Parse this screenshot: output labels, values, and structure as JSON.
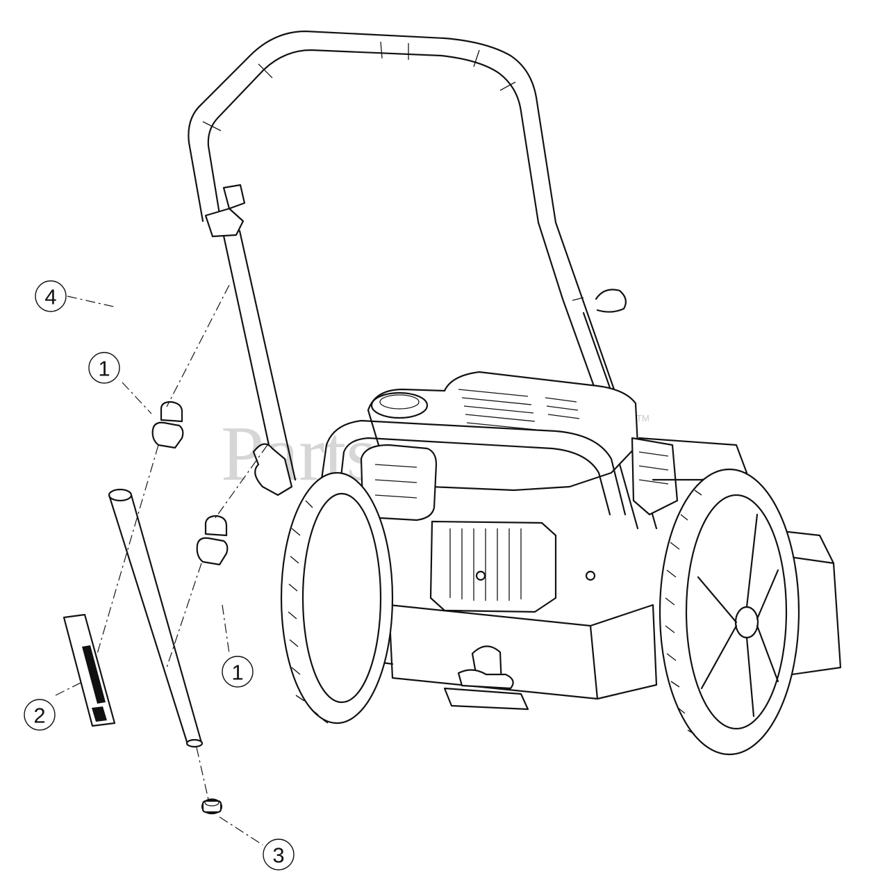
{
  "watermark": {
    "text": "PartsTree",
    "trademark": "TM"
  },
  "callouts": [
    {
      "id": "callout-1-upper",
      "label": "1"
    },
    {
      "id": "callout-4",
      "label": "4"
    },
    {
      "id": "callout-1-lower",
      "label": "1"
    },
    {
      "id": "callout-2",
      "label": "2"
    },
    {
      "id": "callout-3",
      "label": "3"
    }
  ],
  "colors": {
    "ink": "#111111",
    "background": "#ffffff",
    "watermark": "#bdbdbd"
  }
}
